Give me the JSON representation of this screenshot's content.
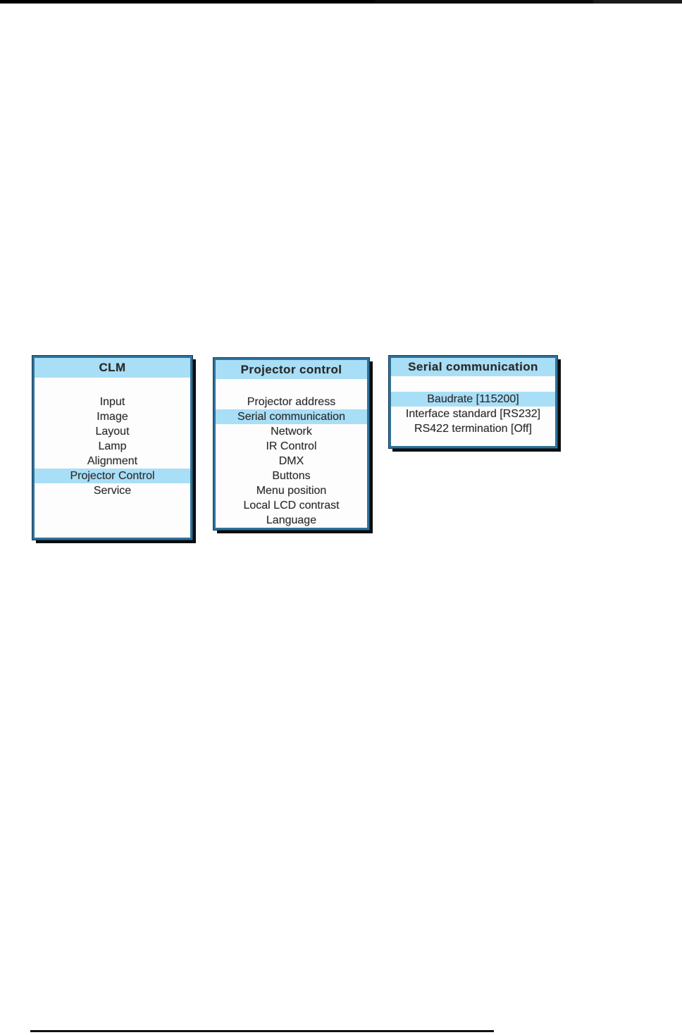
{
  "colors": {
    "menu_header_and_highlight": "#a9def7",
    "menu_border": "#2f729b",
    "menu_shadow": "#0c0c0c",
    "menu_text": "#2d2d2d",
    "page_background": "#ffffff",
    "scan_bar": "#000000",
    "footer_rule": "#121212"
  },
  "menus": [
    {
      "title": "CLM",
      "items": [
        {
          "label": "Input",
          "highlighted": false
        },
        {
          "label": "Image",
          "highlighted": false
        },
        {
          "label": "Layout",
          "highlighted": false
        },
        {
          "label": "Lamp",
          "highlighted": false
        },
        {
          "label": "Alignment",
          "highlighted": false
        },
        {
          "label": "Projector Control",
          "highlighted": true
        },
        {
          "label": "Service",
          "highlighted": false
        }
      ]
    },
    {
      "title": "Projector control",
      "items": [
        {
          "label": "Projector address",
          "highlighted": false
        },
        {
          "label": "Serial communication",
          "highlighted": true
        },
        {
          "label": "Network",
          "highlighted": false
        },
        {
          "label": "IR Control",
          "highlighted": false
        },
        {
          "label": "DMX",
          "highlighted": false
        },
        {
          "label": "Buttons",
          "highlighted": false
        },
        {
          "label": "Menu position",
          "highlighted": false
        },
        {
          "label": "Local LCD contrast",
          "highlighted": false
        },
        {
          "label": "Language",
          "highlighted": false
        }
      ]
    },
    {
      "title": "Serial communication",
      "items": [
        {
          "label": "Baudrate [115200]",
          "highlighted": true
        },
        {
          "label": "Interface standard [RS232]",
          "highlighted": false
        },
        {
          "label": "RS422 termination [Off]",
          "highlighted": false
        }
      ]
    }
  ]
}
